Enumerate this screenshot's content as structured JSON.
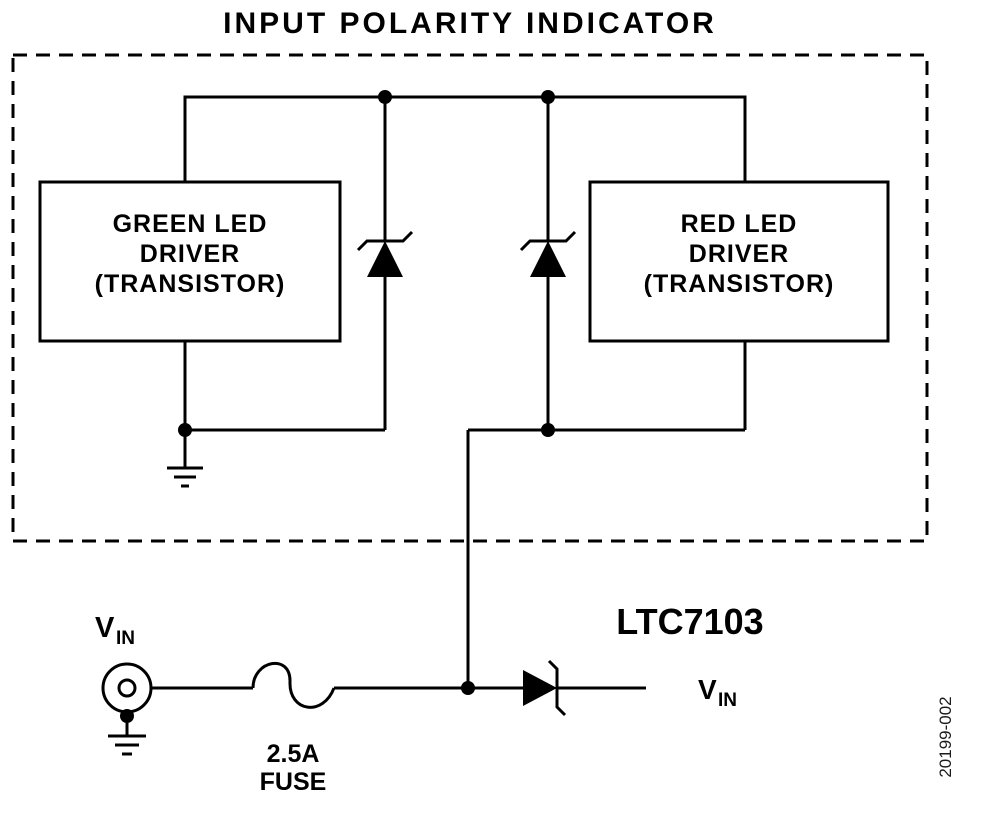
{
  "title": "INPUT POLARITY INDICATOR",
  "blocks": {
    "green_driver": [
      "GREEN LED",
      "DRIVER",
      "(TRANSISTOR)"
    ],
    "red_driver": [
      "RED LED",
      "DRIVER",
      "(TRANSISTOR)"
    ]
  },
  "labels": {
    "input_vin_main": "V",
    "input_vin_sub": "IN",
    "fuse_rating": "2.5A",
    "fuse_name": "FUSE",
    "chip_name": "LTC7103",
    "chip_vin_main": "V",
    "chip_vin_sub": "IN",
    "figure_number": "20199-002"
  },
  "colors": {
    "line": "#000000",
    "background": "#ffffff"
  }
}
